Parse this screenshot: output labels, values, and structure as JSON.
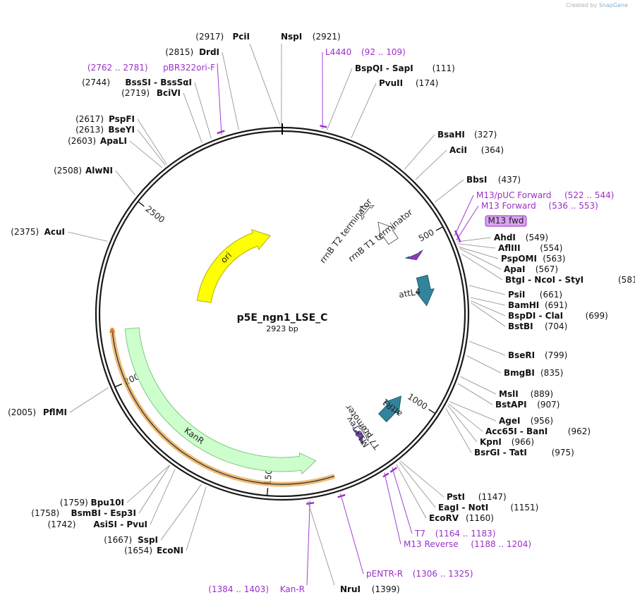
{
  "credit": {
    "prefix": "Created by",
    "brand": "SnapGene"
  },
  "plasmid": {
    "name": "p5E_ngn1_LSE_C",
    "size_label": "2923 bp",
    "length": 2923
  },
  "colors": {
    "backbone": "#1a1a1a",
    "ori": "#ffff00",
    "kanr": "#ccffcc",
    "kanr_outline": "#e8a040",
    "att": "#31849b",
    "primer": "#9b30c8",
    "terminator": "#ffffff",
    "promoter": "#ffffff"
  },
  "ticks": [
    {
      "pos": 500,
      "label": "500"
    },
    {
      "pos": 1000,
      "label": "1000"
    },
    {
      "pos": 1500,
      "label": "1500"
    },
    {
      "pos": 2000,
      "label": "2000"
    },
    {
      "pos": 2500,
      "label": "2500"
    }
  ],
  "features": [
    {
      "name": "ori",
      "start": 2264,
      "end": 2852,
      "direction": 1,
      "color": "#ffff00",
      "track": 112,
      "label": "ori"
    },
    {
      "name": "kanr",
      "start": 1357,
      "end": 2147,
      "direction": -1,
      "color": "#ccffcc",
      "track": 214,
      "label": "KanR"
    },
    {
      "name": "attL4",
      "start": 610,
      "end": 705,
      "direction": 1,
      "color": "#31849b",
      "track": 205,
      "label": "attL4"
    },
    {
      "name": "attR1",
      "start": 1013,
      "end": 1105,
      "direction": -1,
      "color": "#31849b",
      "track": 205,
      "label": "attR1"
    },
    {
      "name": "rrnb-t1",
      "start": 376,
      "end": 462,
      "direction": -1,
      "color": "#ffffff",
      "track": 188,
      "label": "rrnB T1 terminator"
    },
    {
      "name": "rrnb-t2",
      "start": 292,
      "end": 320,
      "direction": -1,
      "color": "#ffffff",
      "track": 188,
      "label": "rrnB T2 terminator"
    },
    {
      "name": "m13-fwd-feature",
      "start": 536,
      "end": 553,
      "direction": 1,
      "color": "#9b30c8",
      "track": 205,
      "label": ""
    },
    {
      "name": "m13-rev-feature",
      "start": 1188,
      "end": 1204,
      "direction": -1,
      "color": "#9b30c8",
      "track": 205,
      "label": "M13 rev"
    },
    {
      "name": "t7-promoter",
      "start": 1164,
      "end": 1183,
      "direction": -1,
      "color": "#ffffff",
      "track": 205,
      "label": "T7 promoter"
    }
  ],
  "primer_marks": [
    {
      "name": "l4440",
      "start": 92,
      "end": 109
    },
    {
      "name": "m13-puc-forward",
      "start": 522,
      "end": 544
    },
    {
      "name": "m13-forward",
      "start": 536,
      "end": 553
    },
    {
      "name": "t7",
      "start": 1164,
      "end": 1183
    },
    {
      "name": "m13-reverse",
      "start": 1188,
      "end": 1204
    },
    {
      "name": "pentr-r",
      "start": 1306,
      "end": 1325
    },
    {
      "name": "kan-r",
      "start": 1384,
      "end": 1403
    },
    {
      "name": "pbr322ori-f",
      "start": 2762,
      "end": 2781
    }
  ],
  "enzymes": [
    {
      "name": "NspI",
      "pos": 2921,
      "label": "NspI",
      "num": "(2921)",
      "side": "R",
      "row": 0
    },
    {
      "name": "BspQI",
      "pos": 111,
      "label": "BspQI  - SapI",
      "num": "(111)",
      "side": "R",
      "row": 2
    },
    {
      "name": "PvuII",
      "pos": 174,
      "label": "PvuII",
      "num": "(174)",
      "side": "R",
      "row": 3
    },
    {
      "name": "BsaHI",
      "pos": 327,
      "label": "BsaHI",
      "num": "(327)",
      "side": "R",
      "row": 4
    },
    {
      "name": "AciI",
      "pos": 364,
      "label": "AciI",
      "num": "(364)",
      "side": "R",
      "row": 5
    },
    {
      "name": "BbsI",
      "pos": 437,
      "label": "BbsI",
      "num": "(437)",
      "side": "R",
      "row": 6
    },
    {
      "name": "AhdI",
      "pos": 549,
      "label": "AhdI",
      "num": "(549)",
      "side": "R",
      "row": 7
    },
    {
      "name": "AflIII",
      "pos": 554,
      "label": "AflIII",
      "num": "(554)",
      "side": "R",
      "row": 8
    },
    {
      "name": "PspOMI",
      "pos": 563,
      "label": "PspOMI",
      "num": "(563)",
      "side": "R",
      "row": 9
    },
    {
      "name": "ApaI",
      "pos": 567,
      "label": "ApaI",
      "num": "(567)",
      "side": "R",
      "row": 10
    },
    {
      "name": "BtgI",
      "pos": 581,
      "label": "BtgI  - NcoI  - StyI",
      "num": "(581)",
      "side": "R",
      "row": 11
    },
    {
      "name": "PsiI",
      "pos": 661,
      "label": "PsiI",
      "num": "(661)",
      "side": "R",
      "row": 12
    },
    {
      "name": "BamHI",
      "pos": 691,
      "label": "BamHI",
      "num": "(691)",
      "side": "R",
      "row": 13
    },
    {
      "name": "BspDI",
      "pos": 699,
      "label": "BspDI  - ClaI",
      "num": "(699)",
      "side": "R",
      "row": 14
    },
    {
      "name": "BstBI",
      "pos": 704,
      "label": "BstBI",
      "num": "(704)",
      "side": "R",
      "row": 15
    },
    {
      "name": "BseRI",
      "pos": 799,
      "label": "BseRI",
      "num": "(799)",
      "side": "R",
      "row": 16
    },
    {
      "name": "BmgBI",
      "pos": 835,
      "label": "BmgBI",
      "num": "(835)",
      "side": "R",
      "row": 17
    },
    {
      "name": "MslI",
      "pos": 889,
      "label": "MslI",
      "num": "(889)",
      "side": "R",
      "row": 18
    },
    {
      "name": "BstAPI",
      "pos": 907,
      "label": "BstAPI",
      "num": "(907)",
      "side": "R",
      "row": 19
    },
    {
      "name": "AgeI",
      "pos": 956,
      "label": "AgeI",
      "num": "(956)",
      "side": "R",
      "row": 20
    },
    {
      "name": "Acc65I",
      "pos": 962,
      "label": "Acc65I  - BanI",
      "num": "(962)",
      "side": "R",
      "row": 21
    },
    {
      "name": "KpnI",
      "pos": 966,
      "label": "KpnI",
      "num": "(966)",
      "side": "R",
      "row": 22
    },
    {
      "name": "BsrGI",
      "pos": 975,
      "label": "BsrGI  - TatI",
      "num": "(975)",
      "side": "R",
      "row": 23
    },
    {
      "name": "PstI",
      "pos": 1147,
      "label": "PstI",
      "num": "(1147)",
      "side": "R",
      "row": 24
    },
    {
      "name": "EagI",
      "pos": 1151,
      "label": "EagI  - NotI",
      "num": "(1151)",
      "side": "R",
      "row": 25
    },
    {
      "name": "EcoRV",
      "pos": 1160,
      "label": "EcoRV",
      "num": "(1160)",
      "side": "R",
      "row": 26
    },
    {
      "name": "NruI",
      "pos": 1399,
      "label": "NruI",
      "num": "(1399)",
      "side": "R",
      "row": 27
    },
    {
      "name": "PciI",
      "pos": 2917,
      "label": "PciI",
      "num": "(2917)",
      "side": "L",
      "row": 0
    },
    {
      "name": "DrdI",
      "pos": 2815,
      "label": "DrdI",
      "num": "(2815)",
      "side": "L",
      "row": 1
    },
    {
      "name": "BssSI",
      "pos": 2744,
      "label": "BssSI  - BssSαI",
      "num": "(2744)",
      "side": "L",
      "row": 3
    },
    {
      "name": "BciVI",
      "pos": 2719,
      "label": "BciVI",
      "num": "(2719)",
      "side": "L",
      "row": 4
    },
    {
      "name": "PspFI",
      "pos": 2617,
      "label": "PspFI",
      "num": "(2617)",
      "side": "L",
      "row": 5
    },
    {
      "name": "BseYI",
      "pos": 2613,
      "label": "BseYI",
      "num": "(2613)",
      "side": "L",
      "row": 6
    },
    {
      "name": "ApaLI",
      "pos": 2603,
      "label": "ApaLI",
      "num": "(2603)",
      "side": "L",
      "row": 7
    },
    {
      "name": "AlwNI",
      "pos": 2508,
      "label": "AlwNI",
      "num": "(2508)",
      "side": "L",
      "row": 8
    },
    {
      "name": "AcuI",
      "pos": 2375,
      "label": "AcuI",
      "num": "(2375)",
      "side": "L",
      "row": 9
    },
    {
      "name": "PflMI",
      "pos": 2005,
      "label": "PflMI",
      "num": "(2005)",
      "side": "L",
      "row": 10
    },
    {
      "name": "Bpu10I",
      "pos": 1759,
      "label": "Bpu10I",
      "num": "(1759)",
      "side": "L",
      "row": 11
    },
    {
      "name": "BsmBI",
      "pos": 1758,
      "label": "BsmBI  - Esp3I",
      "num": "(1758)",
      "side": "L",
      "row": 12
    },
    {
      "name": "AsiSI",
      "pos": 1742,
      "label": "AsiSI  - PvuI",
      "num": "(1742)",
      "side": "L",
      "row": 13
    },
    {
      "name": "SspI",
      "pos": 1667,
      "label": "SspI",
      "num": "(1667)",
      "side": "L",
      "row": 14
    },
    {
      "name": "EcoNI",
      "pos": 1654,
      "label": "EcoNI",
      "num": "(1654)",
      "side": "L",
      "row": 15
    }
  ],
  "primer_labels": [
    {
      "name": "L4440",
      "pos": 100,
      "label": "L4440",
      "num": "(92 .. 109)",
      "side": "R",
      "row": 1
    },
    {
      "name": "M13pUC",
      "pos": 533,
      "label": "M13/pUC Forward",
      "num": "(522 .. 544)",
      "side": "R",
      "row": 30
    },
    {
      "name": "M13Fwd",
      "pos": 545,
      "label": "M13 Forward",
      "num": "(536 .. 553)",
      "side": "R",
      "row": 31
    },
    {
      "name": "T7",
      "pos": 1173,
      "label": "T7",
      "num": "(1164 .. 1183)",
      "side": "R",
      "row": 32
    },
    {
      "name": "M13Rev",
      "pos": 1196,
      "label": "M13 Reverse",
      "num": "(1188 .. 1204)",
      "side": "R",
      "row": 33
    },
    {
      "name": "pENTRR",
      "pos": 1316,
      "label": "pENTR-R",
      "num": "(1306 .. 1325)",
      "side": "R",
      "row": 34
    },
    {
      "name": "KanR",
      "pos": 1393,
      "label": "Kan-R",
      "num": "(1384 .. 1403)",
      "side": "L",
      "row": 30
    },
    {
      "name": "pBR322",
      "pos": 2771,
      "label": "pBR322ori-F",
      "num": "(2762 .. 2781)",
      "side": "L",
      "row": 2
    }
  ],
  "m13_fwd_box": "M13 fwd"
}
